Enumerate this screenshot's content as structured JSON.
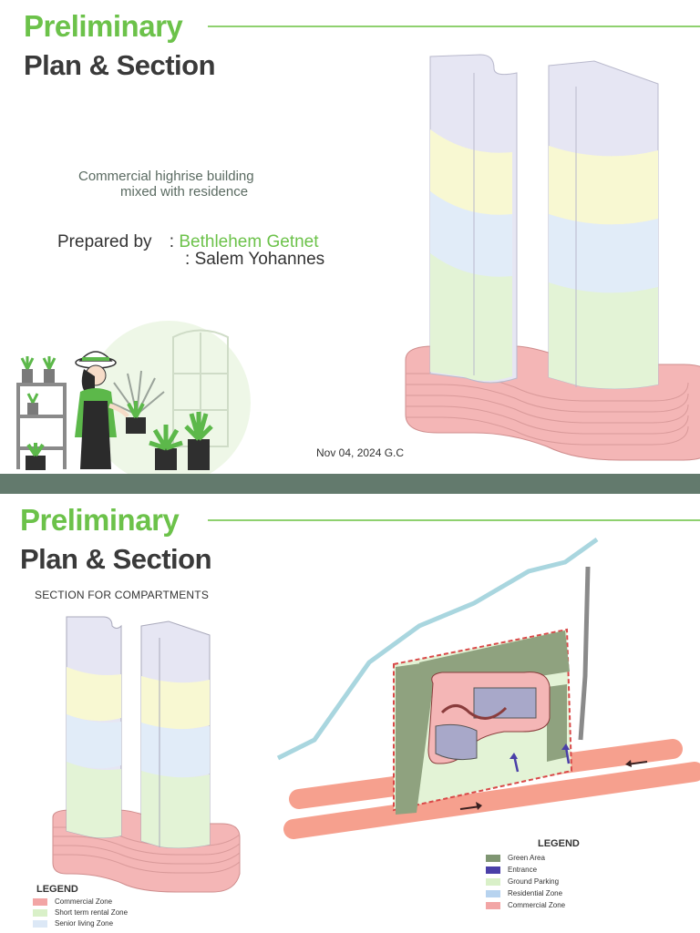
{
  "slide1": {
    "title_line1": "Preliminary",
    "title_line2": "Plan & Section",
    "subtitle_line1": "Commercial highrise building",
    "subtitle_line2": "mixed with residence",
    "prepared_label": "Prepared by",
    "prepared_sep1": ": ",
    "author1": "Bethlehem Getnet",
    "prepared_sep2": ": ",
    "author2": "Salem Yohannes",
    "date": "Nov 04, 2024 G.C"
  },
  "slide2": {
    "title_line1": "Preliminary",
    "title_line2": "Plan & Section",
    "section_label": "SECTION FOR COMPARTMENTS",
    "legend_left": {
      "title": "LEGEND",
      "items": [
        {
          "label": "Commercial Zone",
          "color": "#f2a5a5"
        },
        {
          "label": "Short term rental Zone",
          "color": "#d9f0c8"
        },
        {
          "label": "Senior living Zone",
          "color": "#dce8f6"
        }
      ]
    },
    "legend_right": {
      "title": "LEGEND",
      "items": [
        {
          "label": "Green Area",
          "color": "#7f9672"
        },
        {
          "label": "Entrance",
          "color": "#4a3fa8"
        },
        {
          "label": "Ground Parking",
          "color": "#d9f0c8"
        },
        {
          "label": "Residential Zone",
          "color": "#b7d3ef"
        },
        {
          "label": "Commercial Zone",
          "color": "#f2a5a5"
        }
      ]
    }
  },
  "colors": {
    "accent_green": "#6cc24a",
    "divider": "#637a6d",
    "zone_commercial": "#f4b6b6",
    "zone_green": "#e3f3d6",
    "zone_blue": "#e1ecf8",
    "zone_yellow": "#f8f8d2",
    "zone_lavender": "#e6e6f3"
  }
}
